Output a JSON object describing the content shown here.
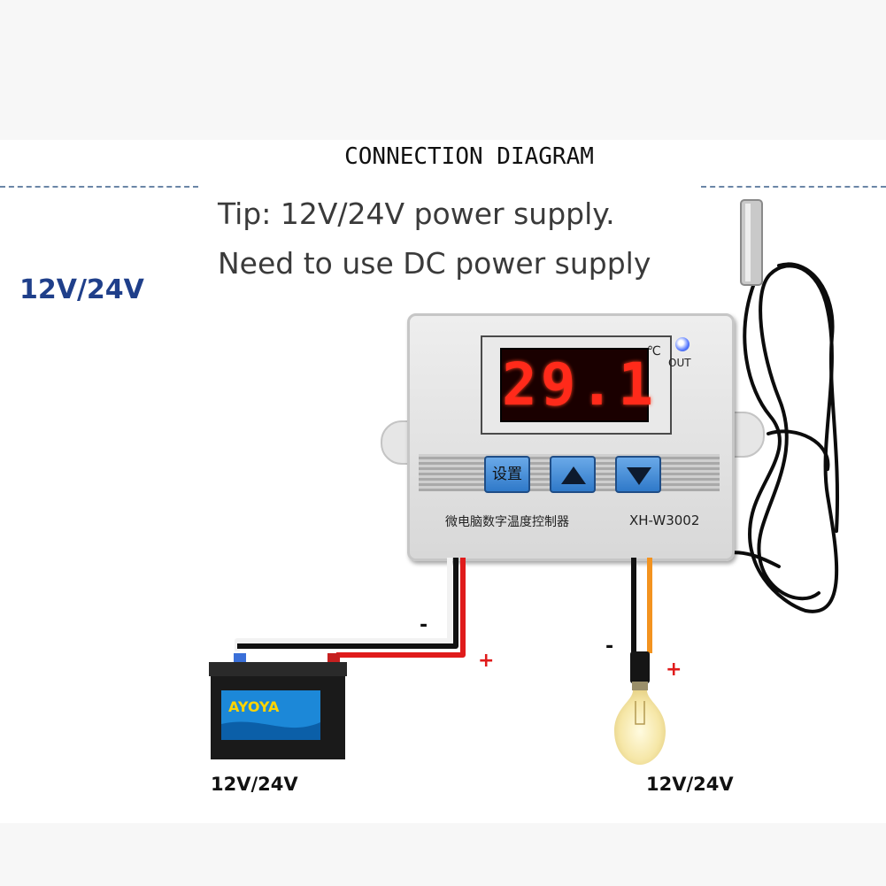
{
  "title": "CONNECTION DIAGRAM",
  "tip": {
    "line1": "Tip: 12V/24V power supply.",
    "line2": "Need to use DC power supply"
  },
  "voltage_left": "12V/24V",
  "controller": {
    "display_value": "29.1",
    "unit": "℃",
    "out_label": "OUT",
    "set_button_label": "设置",
    "model_name_cn": "微电脑数字温度控制器",
    "model_code": "XH-W3002",
    "brand_color_display": "#ff2a1a",
    "button_color": "#2f79c9"
  },
  "battery": {
    "brand_text": "AYOYA",
    "minus_sign": "-",
    "plus_sign": "+",
    "voltage": "12V/24V"
  },
  "load": {
    "minus_sign": "-",
    "plus_sign": "+",
    "voltage": "12V/24V"
  },
  "colors": {
    "title_text": "#111111",
    "voltage_left": "#1f3f8a",
    "wire_red": "#e01b1b",
    "wire_black": "#111111",
    "wire_orange": "#f3931f",
    "dash_line": "#6b86a6"
  }
}
